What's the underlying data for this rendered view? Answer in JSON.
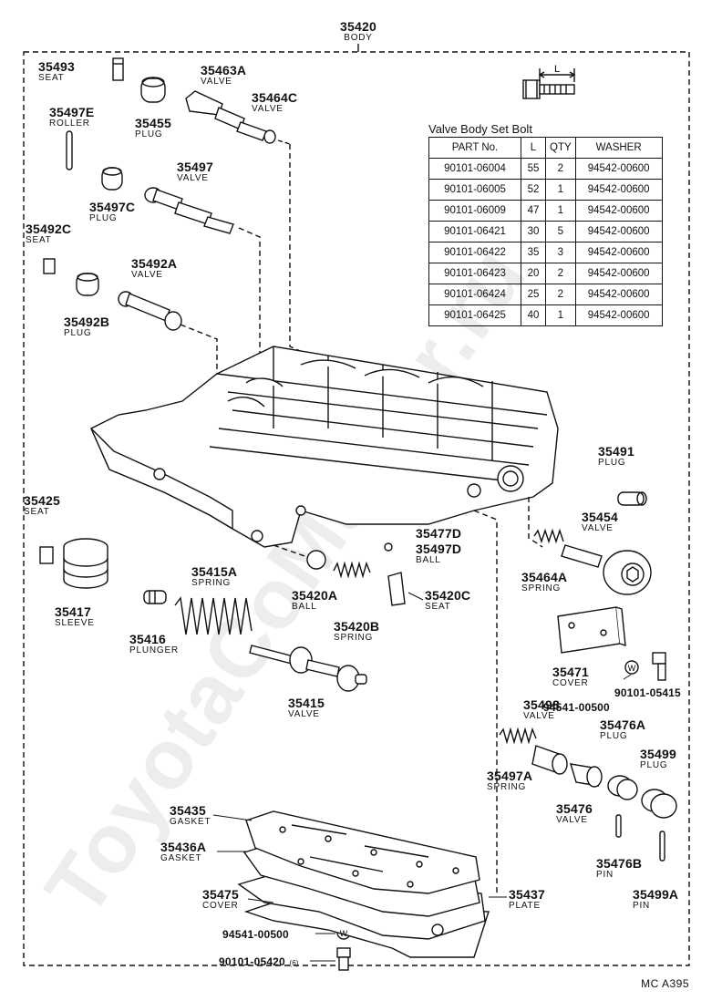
{
  "body_label": {
    "number": "35420",
    "name": "BODY"
  },
  "bolt_table": {
    "title": "Valve Body Set Bolt",
    "dimension_label": "L",
    "headers": [
      "PART No.",
      "L",
      "QTY",
      "WASHER"
    ],
    "rows": [
      [
        "90101-06004",
        "55",
        "2",
        "94542-00600"
      ],
      [
        "90101-06005",
        "52",
        "1",
        "94542-00600"
      ],
      [
        "90101-06009",
        "47",
        "1",
        "94542-00600"
      ],
      [
        "90101-06421",
        "30",
        "5",
        "94542-00600"
      ],
      [
        "90101-06422",
        "35",
        "3",
        "94542-00600"
      ],
      [
        "90101-06423",
        "20",
        "2",
        "94542-00600"
      ],
      [
        "90101-06424",
        "25",
        "2",
        "94542-00600"
      ],
      [
        "90101-06425",
        "40",
        "1",
        "94542-00600"
      ]
    ]
  },
  "parts": {
    "p35493": {
      "number": "35493",
      "name": "SEAT"
    },
    "p35463A": {
      "number": "35463A",
      "name": "VALVE"
    },
    "p35464C": {
      "number": "35464C",
      "name": "VALVE"
    },
    "p35497E": {
      "number": "35497E",
      "name": "ROLLER"
    },
    "p35455": {
      "number": "35455",
      "name": "PLUG"
    },
    "p35497": {
      "number": "35497",
      "name": "VALVE"
    },
    "p35497C": {
      "number": "35497C",
      "name": "PLUG"
    },
    "p35492C": {
      "number": "35492C",
      "name": "SEAT"
    },
    "p35492A": {
      "number": "35492A",
      "name": "VALVE"
    },
    "p35492B": {
      "number": "35492B",
      "name": "PLUG"
    },
    "p35491": {
      "number": "35491",
      "name": "PLUG"
    },
    "p35454": {
      "number": "35454",
      "name": "VALVE"
    },
    "p35425": {
      "number": "35425",
      "name": "SEAT"
    },
    "p35477D": {
      "number": "35477D",
      "name": ""
    },
    "p35497D": {
      "number": "35497D",
      "name": "BALL"
    },
    "p35464A": {
      "number": "35464A",
      "name": "SPRING"
    },
    "p35415A": {
      "number": "35415A",
      "name": "SPRING"
    },
    "p35420A": {
      "number": "35420A",
      "name": "BALL"
    },
    "p35420C": {
      "number": "35420C",
      "name": "SEAT"
    },
    "p35417": {
      "number": "35417",
      "name": "SLEEVE"
    },
    "p35420B": {
      "number": "35420B",
      "name": "SPRING"
    },
    "p35416": {
      "number": "35416",
      "name": "PLUNGER"
    },
    "p35471": {
      "number": "35471",
      "name": "COVER"
    },
    "p35415": {
      "number": "35415",
      "name": "VALVE"
    },
    "p35498": {
      "number": "35498",
      "name": "VALVE"
    },
    "p35476A": {
      "number": "35476A",
      "name": "PLUG"
    },
    "p35499": {
      "number": "35499",
      "name": "PLUG"
    },
    "p35497A": {
      "number": "35497A",
      "name": "SPRING"
    },
    "p35476": {
      "number": "35476",
      "name": "VALVE"
    },
    "p35435": {
      "number": "35435",
      "name": "GASKET"
    },
    "p35436A": {
      "number": "35436A",
      "name": "GASKET"
    },
    "p35476B": {
      "number": "35476B",
      "name": "PIN"
    },
    "p35499A": {
      "number": "35499A",
      "name": "PIN"
    },
    "p35475": {
      "number": "35475",
      "name": "COVER"
    },
    "p35437": {
      "number": "35437",
      "name": "PLATE"
    }
  },
  "hardware": {
    "washer_cover": "94541-00500",
    "bolt_cover": "90101-05415",
    "washer_bottom": "94541-00500",
    "bolt_bottom": "90101-05420",
    "bolt_bottom_qty": "(6)",
    "washer_symbol": "W"
  },
  "footer_code": "MC  A395",
  "watermark": "ToyotaCoMaster.ru"
}
